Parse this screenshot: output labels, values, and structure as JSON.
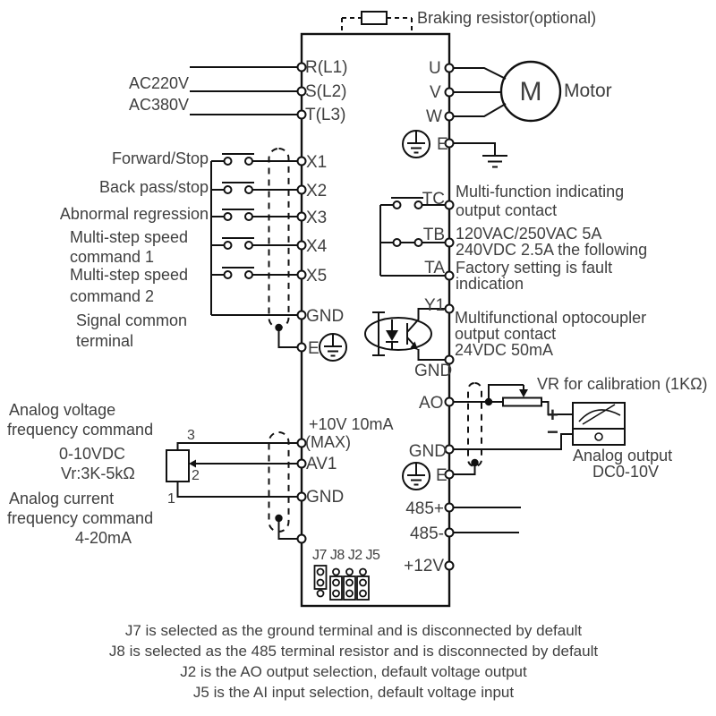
{
  "colors": {
    "line": "#111111",
    "text": "#3f3f3f"
  },
  "top": {
    "braking_resistor": "Braking resistor(optional)"
  },
  "power": {
    "ac220v": "AC220V",
    "ac380v": "AC380V",
    "r": "R(L1)",
    "s": "S(L2)",
    "t": "T(L3)"
  },
  "motor": {
    "u": "U",
    "v": "V",
    "w": "W",
    "e": "E",
    "m": "M",
    "label": "Motor"
  },
  "digital": {
    "x1_label": "Forward/Stop",
    "x2_label": "Back pass/stop",
    "x3_label": "Abnormal regression",
    "x4_label_1": "Multi-step speed",
    "x4_label_2": "command 1",
    "x5_label_1": "Multi-step speed",
    "x5_label_2": "command 2",
    "gnd_label_1": "Signal common",
    "gnd_label_2": "terminal",
    "x1": "X1",
    "x2": "X2",
    "x3": "X3",
    "x4": "X4",
    "x5": "X5",
    "gnd": "GND",
    "e": "E"
  },
  "relay": {
    "tc": "TC",
    "tb": "TB",
    "ta": "TA",
    "desc1": "Multi-function indicating",
    "desc2": "output contact",
    "rating1": "120VAC/250VAC 5A",
    "rating2": "240VDC 2.5A the following",
    "factory1": "Factory setting is fault",
    "factory2": "indication"
  },
  "opto": {
    "y1": "Y1",
    "gnd": "GND",
    "desc1": "Multifunctional optocoupler",
    "desc2": "output contact",
    "desc3": "24VDC 50mA"
  },
  "analog_out": {
    "ao": "AO",
    "gnd": "GND",
    "e": "E",
    "vr": "VR for calibration (1KΩ)",
    "plus": "+",
    "minus": "−",
    "meter1": "Analog output",
    "meter2": "DC0-10V"
  },
  "analog_in": {
    "p10": "+10V 10mA",
    "max": "(MAX)",
    "av1": "AV1",
    "gnd": "GND",
    "l1": "Analog voltage",
    "l2": "frequency command",
    "l3": "0-10VDC",
    "l4": "Vr:3K-5kΩ",
    "l5": "Analog current",
    "l6": "frequency command",
    "l7": "4-20mA",
    "pot3": "3",
    "pot2": "2",
    "pot1": "1"
  },
  "comm": {
    "p485": "485+",
    "m485": "485-",
    "p12": "+12V"
  },
  "jumpers": {
    "header": "J7 J8 J2 J5"
  },
  "notes": [
    "J7 is selected as the ground terminal and is disconnected by default",
    "J8 is selected as the 485 terminal resistor and is disconnected by default",
    "J2 is the AO output selection, default voltage output",
    "J5 is the AI input selection, default voltage input"
  ]
}
